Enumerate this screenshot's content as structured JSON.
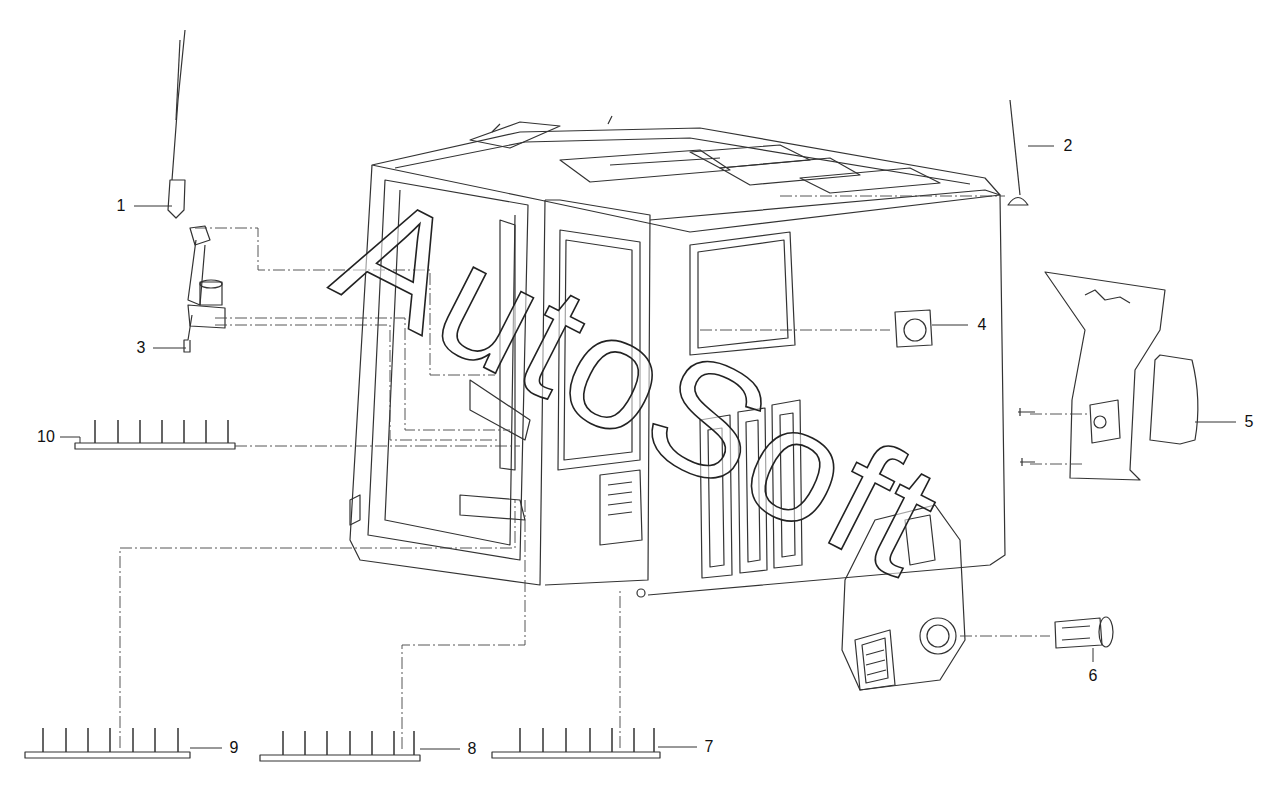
{
  "diagram": {
    "labels": [
      "1",
      "2",
      "4",
      "3",
      "10",
      "5",
      "6",
      "9",
      "8",
      "7",
      "AutoSoft"
    ]
  }
}
